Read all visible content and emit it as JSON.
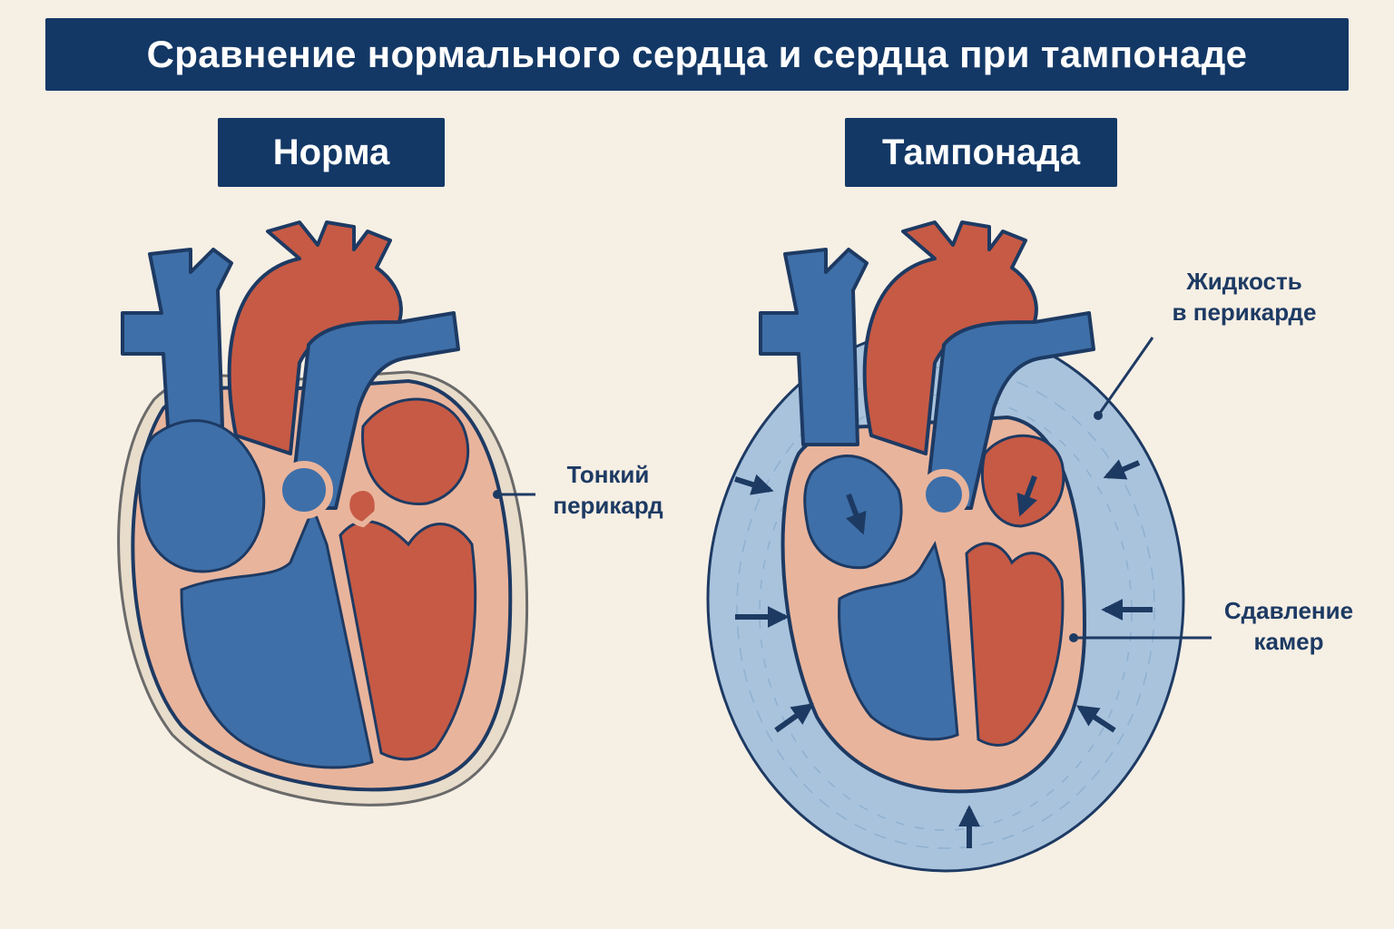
{
  "title": "Сравнение нормального сердца и сердца при тампонаде",
  "panels": {
    "normal": {
      "label": "Норма"
    },
    "tamponade": {
      "label": "Тампонада"
    }
  },
  "annotations": {
    "thin_pericardium": {
      "line1": "Тонкий",
      "line2": "перикард"
    },
    "pericardial_fluid": {
      "line1": "Жидкость",
      "line2": "в перикарде"
    },
    "chamber_compression": {
      "line1": "Сдавление",
      "line2": "камер"
    }
  },
  "colors": {
    "header": "#133866",
    "background": "#f6efe4",
    "venous_blue": "#3e6fa8",
    "arterial_red": "#c65a45",
    "myocardium": "#e9b49c",
    "pericardial_fluid": "#a9c3dd",
    "outline": "#1d3a63"
  },
  "icons": {
    "compression_arrows": "arrow-inward-icon"
  }
}
